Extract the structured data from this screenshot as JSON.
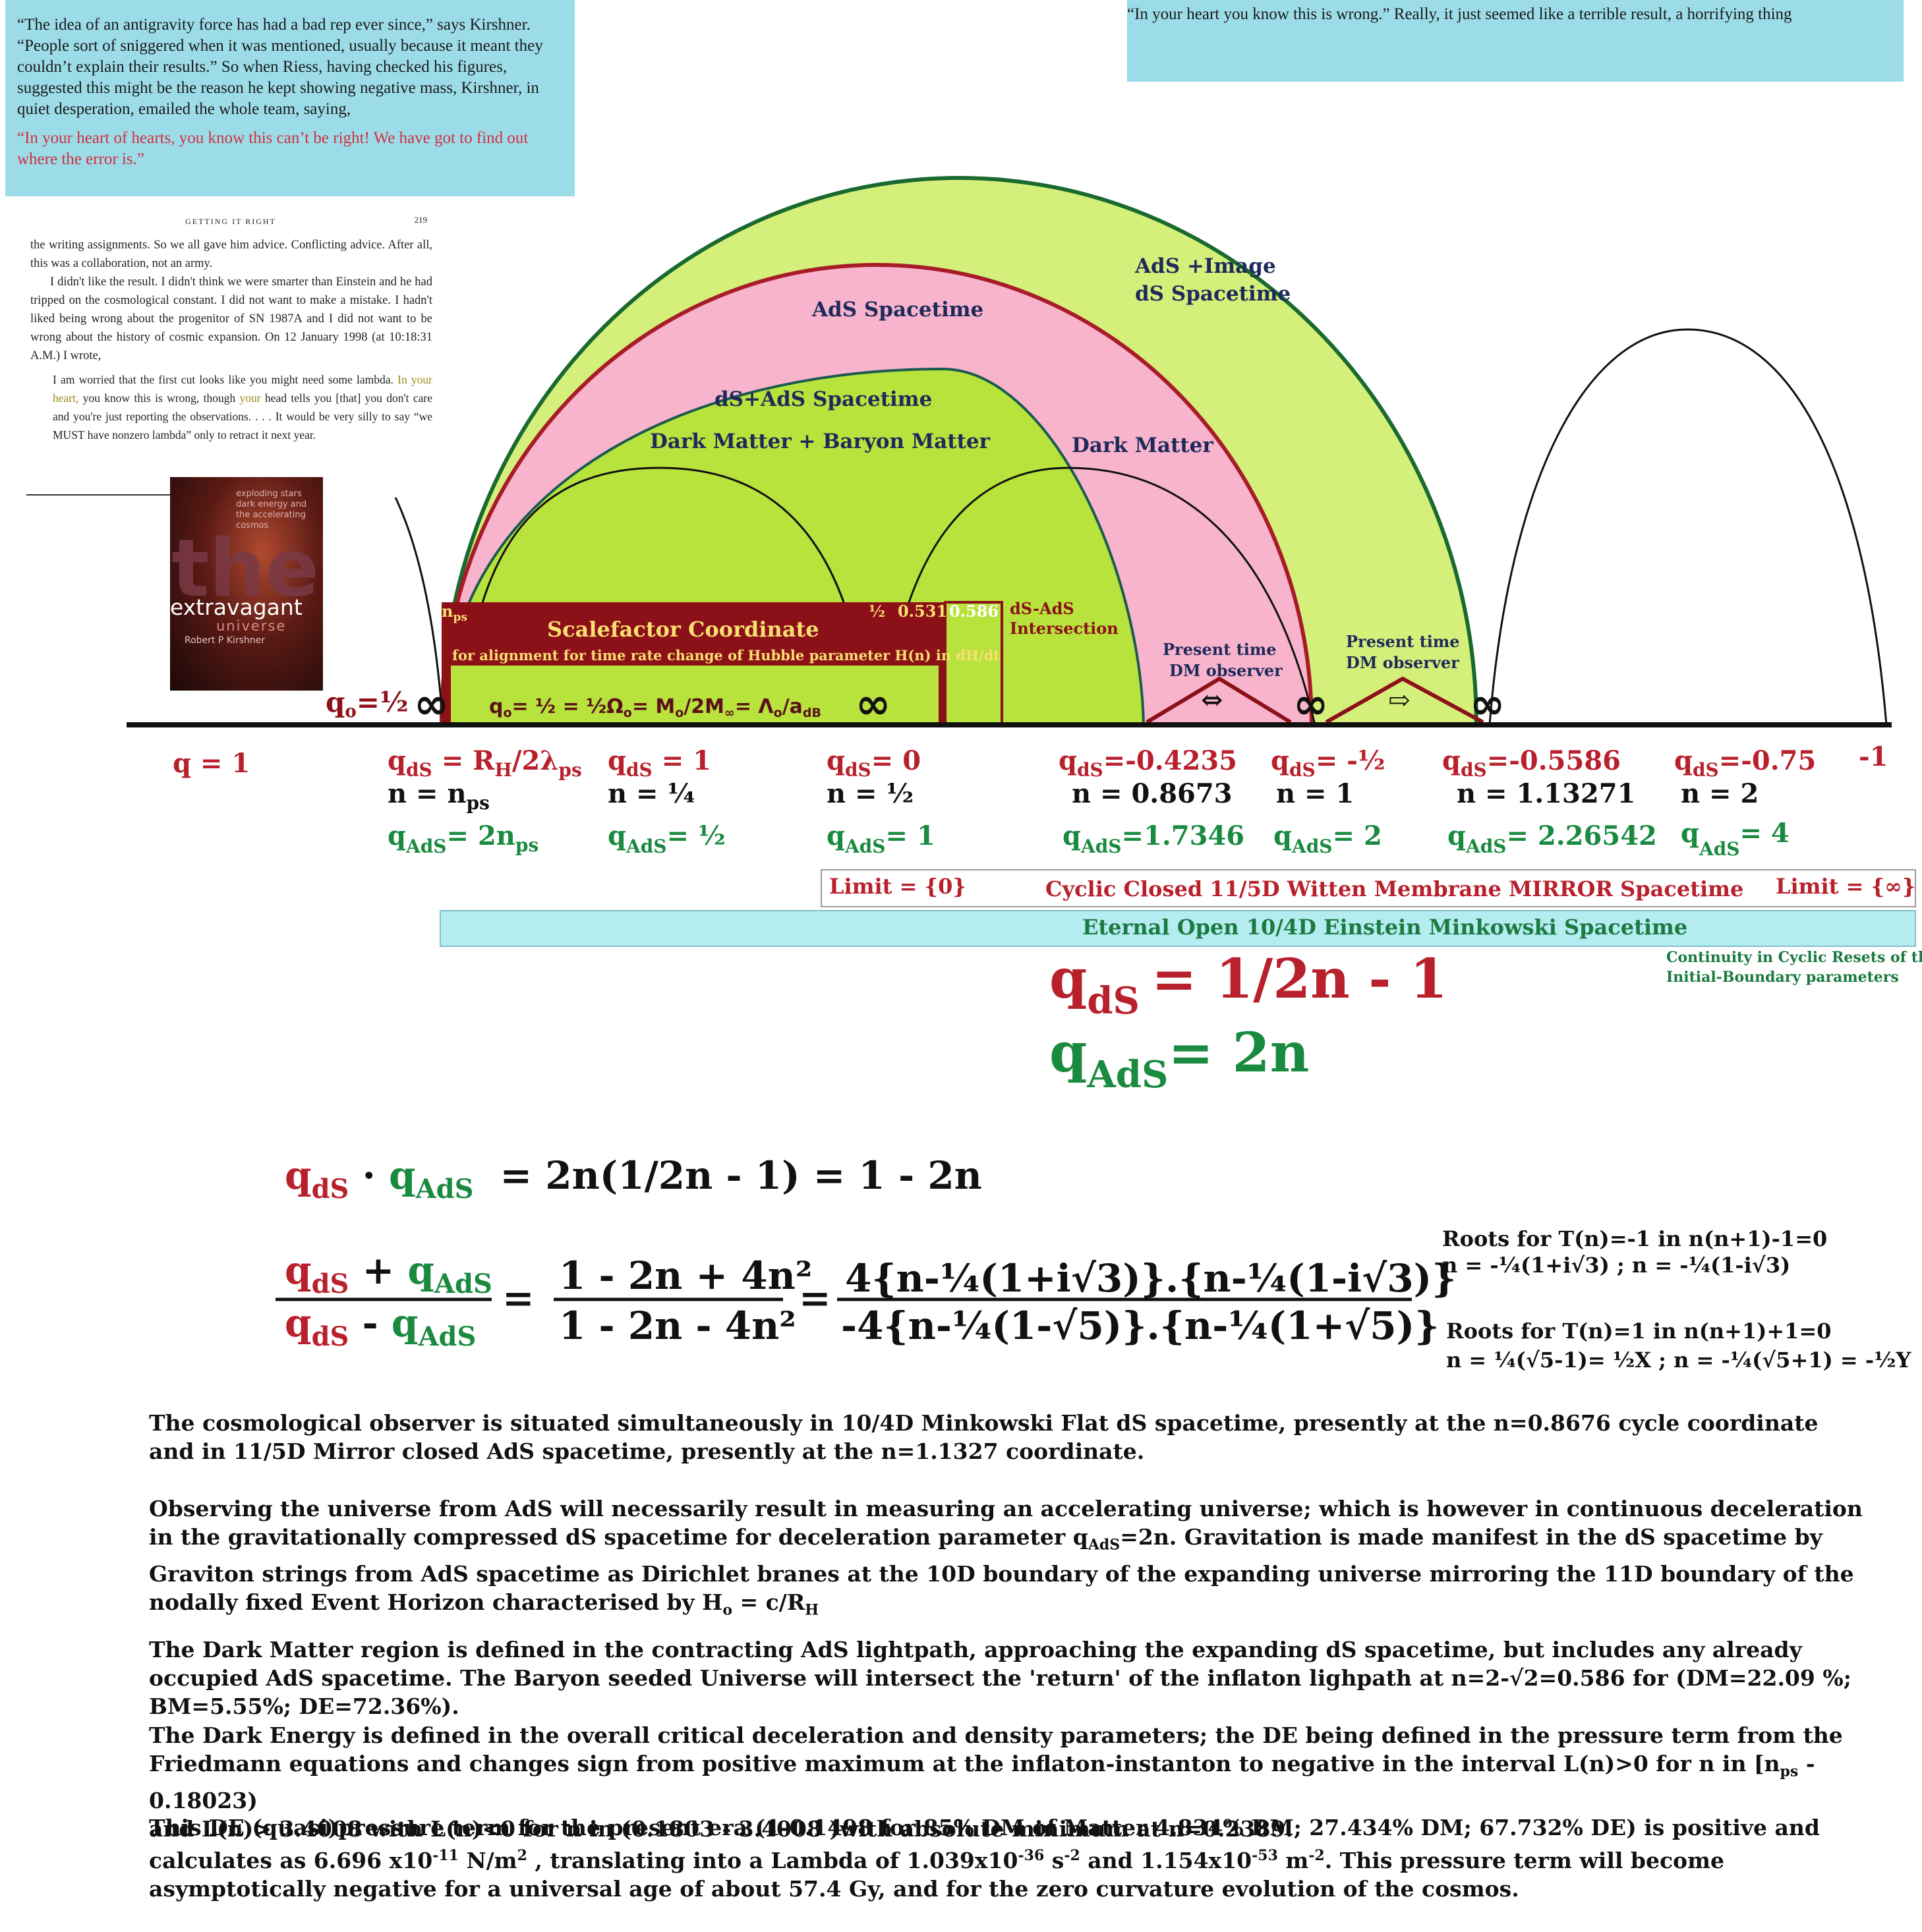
{
  "quote_left": {
    "text": "“The idea of an antigravity force has had a bad rep ever since,” says Kirshner. “People sort of sniggered when it was mentioned, usually because it meant they couldn’t explain their results.” So when Riess, having checked his figures, suggested this might be the reason he kept showing negative mass, Kirshner, in quiet desperation, emailed the whole team, saying,",
    "red": "“In your heart of hearts, you know this can’t be right! We have got to find out where the error is.”"
  },
  "quote_right": "“In your heart you know this is wrong.” Really, it just seemed like a terrible result, a horrifying thing",
  "book_page": {
    "header": "GETTING IT RIGHT",
    "page_number": "219",
    "p1": "the writing assignments. So we all gave him advice. Conflicting advice. After all, this was a collaboration, not an army.",
    "p2": "I didn't like the result. I didn't think we were smarter than Einstein and he had tripped on the cosmological constant. I did not want to make a mistake. I hadn't liked being wrong about the progenitor of SN 1987A and I did not want to be wrong about the history of cosmic expansion. On 12 January 1998 (at 10:18:31 A.M.) I wrote,",
    "quote_a": "I am worried that the first cut looks like you might need some lambda.",
    "quote_hl1": "In your heart,",
    "quote_b": " you know this is wrong, though ",
    "quote_hl2": "your",
    "quote_c": " head tells you [that] you don't care and you're just reporting the observations. . . . It would be very silly to say “we MUST have nonzero lambda” only to retract it next year."
  },
  "book_cover": {
    "big": "the",
    "title": "extravagant",
    "sub": "universe",
    "author": "Robert P Kirshner",
    "tagline": "exploding stars dark energy and the accelerating cosmos"
  },
  "regions": {
    "ads_image": [
      "AdS +Image",
      "dS Spacetime"
    ],
    "ads": "AdS Spacetime",
    "ds_ads": "dS+AdS Spacetime",
    "dm_bm": "Dark Matter + Baryon Matter",
    "dm": "Dark Matter",
    "intersection": [
      "dS-AdS",
      "Intersection"
    ],
    "observer1": [
      "Present time",
      "DM observer"
    ],
    "observer2": [
      "Present time",
      "DM observer"
    ],
    "arrow1": "⇔",
    "arrow2": "⇨",
    "inf": "∞"
  },
  "scalefactor": {
    "title": "Scalefactor Coordinate",
    "subtitle": "for alignment for time rate change of  Hubble parameter H(n) in dH/dt",
    "nps": "n",
    "nps_sub": "ps",
    "half": "½",
    "v531": "0.531",
    "v586": "0.586",
    "formula": "q",
    "formula_sub": "o",
    "formula_rest": "= ½ = ½Ω",
    "formula_sub2": "o",
    "formula_rest2": "= M",
    "formula_sub3": "o",
    "formula_rest3": "/2M",
    "formula_sub4": "∞",
    "formula_rest4": "=  Λ",
    "formula_sub5": "o",
    "formula_rest5": "/a",
    "formula_sub6": "dB"
  },
  "qo_half": {
    "q": "q",
    "sub": "o",
    "rest": "=½"
  },
  "axis_labels": {
    "c0_q": "q = 1",
    "c1_qds_a": "q",
    "c1_qds_sub": "dS",
    "c1_qds_b": " = R",
    "c1_qds_sub2": "H",
    "c1_qds_c": "/2λ",
    "c1_qds_sub3": "ps",
    "c1_n_a": "n   = n",
    "c1_n_sub": "ps",
    "c1_qads_a": "q",
    "c1_qads_sub": "AdS",
    "c1_qads_b": "= 2n",
    "c1_qads_sub2": "ps",
    "c2_qds_a": "q",
    "c2_qds_sub": "dS",
    "c2_qds_b": "  =  1",
    "c2_n": "n     =  ¼",
    "c2_qads_a": "q",
    "c2_qads_sub": "AdS",
    "c2_qads_b": "= ½",
    "c3_qds_a": "q",
    "c3_qds_sub": "dS",
    "c3_qds_b": "= 0",
    "c3_n": "n   = ½",
    "c3_qads_a": "q",
    "c3_qads_sub": "AdS",
    "c3_qads_b": "= 1",
    "c4_qds_a": "q",
    "c4_qds_sub": "dS",
    "c4_qds_b": "=-0.4235",
    "c4_n": "n = 0.8673",
    "c4_qads_a": "q",
    "c4_qads_sub": "AdS",
    "c4_qads_b": "=1.7346",
    "c5_qds_a": "q",
    "c5_qds_sub": "dS",
    "c5_qds_b": "= -½",
    "c5_n": "n  = 1",
    "c5_qads_a": "q",
    "c5_qads_sub": "AdS",
    "c5_qads_b": "= 2",
    "c6_qds_a": "q",
    "c6_qds_sub": "dS",
    "c6_qds_b": "=-0.5586",
    "c6_n": "n = 1.13271",
    "c6_qads_a": "q",
    "c6_qads_sub": "AdS",
    "c6_qads_b": "= 2.26542",
    "c7_qds_a": "q",
    "c7_qds_sub": "dS",
    "c7_qds_b": "=-0.75",
    "c7_n": "n   = 2",
    "c7_qads_a": "q",
    "c7_qads_sub": "AdS",
    "c7_qads_b": "= 4",
    "c8": "-1"
  },
  "bands": {
    "limit0": "Limit = {0}",
    "witten": "Cyclic  Closed 11/5D Witten Membrane MIRROR Spacetime",
    "limit_inf": "Limit = {∞}",
    "einstein": "Eternal Open 10/4D Einstein Minkowski Spacetime",
    "continuity": [
      "Continuity in Cyclic Resets of the",
      "Initial-Boundary parameters"
    ]
  },
  "formulas": {
    "qds_lhs": "q",
    "qds_sub": "dS",
    "qds_rhs": "=   1/2n  - 1",
    "qads_lhs": "q",
    "qads_sub": "AdS",
    "qads_rhs": "=   2n",
    "prod_rhs": "=   2n(1/2n - 1) = 1 - 2n",
    "frac_num_op": " + ",
    "frac_den_op": " -  ",
    "frac2_num": "1 - 2n + 4n²",
    "frac2_den": "1 - 2n -  4n²",
    "frac3_num": "4{n-¼(1+i√3)}.{n-¼(1-i√3)}",
    "frac3_den": "-4{n-¼(1-√5)}.{n-¼(1+√5)}",
    "eq": "="
  },
  "roots": {
    "r1_title": "Roots for T(n)=-1  in n(n+1)-1=0",
    "r1_val": "n = -¼(1+i√3)  ; n = -¼(1-i√3)",
    "r2_title": "Roots for T(n)=1  in n(n+1)+1=0",
    "r2_val": "n = ¼(√5-1)= ½X  ; n = -¼(√5+1) = -½Y"
  },
  "paragraphs": {
    "p1": "The cosmological observer is situated simultaneously in 10/4D Minkowski Flat dS spacetime, presently at the n=0.8676 cycle coordinate and in 11/5D Mirror closed AdS spacetime, presently at the n=1.1327  coordinate.",
    "p2a": "Observing the universe from AdS will necessarily result in measuring an accelerating universe; which is however in continuous deceleration in the gravitationally compressed dS spacetime for deceleration parameter q",
    "p2sub": "AdS",
    "p2b": "=2n.  Gravitation is made manifest in the dS spacetime by Graviton strings from AdS spacetime as Dirichlet branes at the 10D boundary of the expanding universe mirroring the 11D boundary of the nodally fixed Event Horizon characterised by H",
    "p2sub2": "o",
    "p2c": " = c/R",
    "p2sub3": "H",
    "p3": "The Dark Matter region is defined in the contracting AdS lightpath, approaching the expanding dS spacetime, but includes any already occupied AdS spacetime.  The Baryon seeded Universe will intersect the 'return' of the inflaton lighpath at  n=2-√2=0.586 for (DM=22.09 %; BM=5.55%; DE=72.36%).",
    "p4a": "The Dark Energy is defined in the overall critical deceleration and density parameters; the DE being defined in the pressure term from the Friedmann equations and changes sign from positive maximum at the inflaton-instanton to negative in the interval L(n)>0 for n in [n",
    "p4sub": "ps",
    "p4b": "  - 0.18023)",
    "p4c": "and L(n)> 3.4008  with L(n)<0 for n in (0.1803 - 3.4008 )with absolute minimum at n=0.2389.",
    "p5a": "This DE (quasi)pressure term for the present era (1-0.1498 for 85% DM of Matter 4.834% BM; 27.434% DM; 67.732% DE) is positive and calculates as 6.696 x10",
    "p5sup1": "-11",
    "p5b": "  N/m",
    "p5sup2": "2",
    "p5c": " , translating into a Lambda of 1.039x10",
    "p5sup3": "-36",
    "p5d": "  s",
    "p5sup4": "-2",
    "p5e": "  and 1.154x10",
    "p5sup5": "-53",
    "p5f": "  m",
    "p5sup6": "-2",
    "p5g": ". This pressure term will become asymptotically negative for a universal age of about 57.4 Gy, and for the zero curvature evolution of the cosmos."
  },
  "colors": {
    "cyan": "#9cdce8",
    "lime_light": "#d4ef7a",
    "lime": "#b8e23c",
    "pink": "#f8b4cc",
    "maroon": "#8c1018",
    "red_text": "#b8202c",
    "green_text": "#1a8a40"
  }
}
